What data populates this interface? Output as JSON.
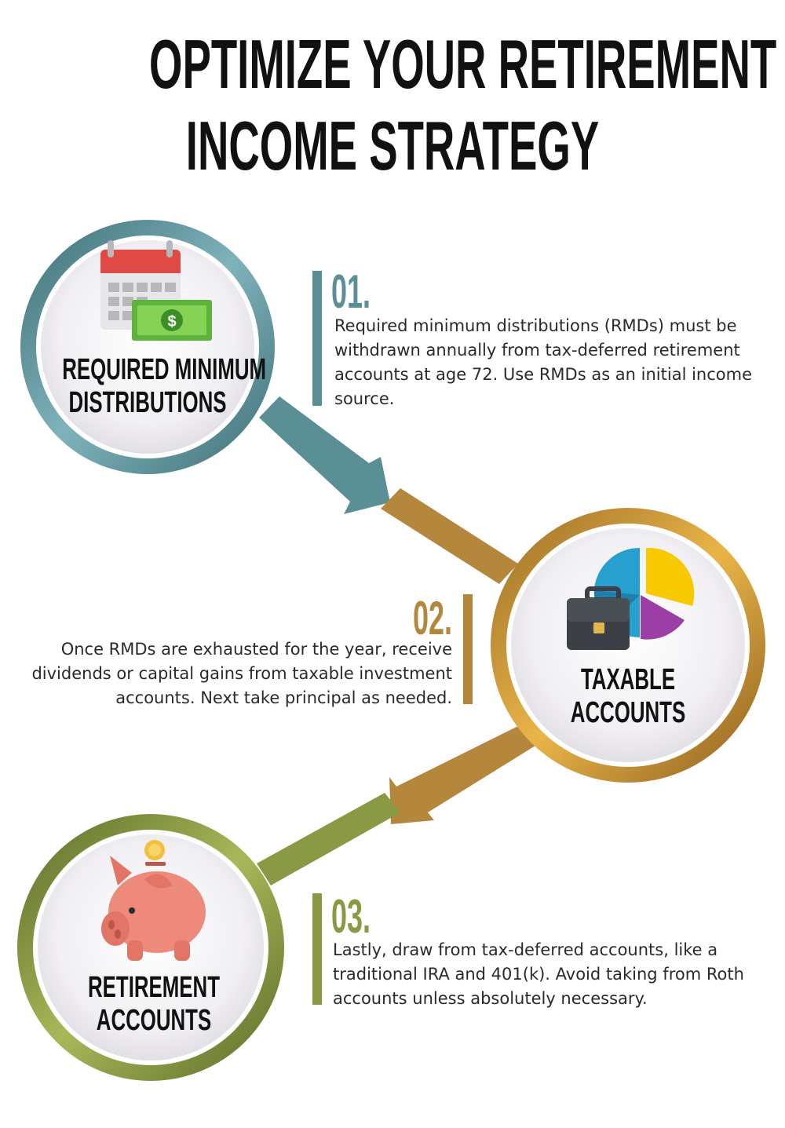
{
  "title": {
    "line1": "OPTIMIZE YOUR RETIREMENT",
    "line2": "INCOME STRATEGY"
  },
  "colors": {
    "teal": "#5a8f96",
    "gold": "#b5873c",
    "olive": "#8a9a44",
    "text": "#2a2a2a"
  },
  "steps": [
    {
      "number": "01.",
      "label_line1": "REQUIRED MINIMUM",
      "label_line2": "DISTRIBUTIONS",
      "icon": "calendar-money-icon",
      "description": "Required minimum distributions (RMDs) must be withdrawn annually from tax-deferred retirement accounts at age 72. Use RMDs as an initial income source."
    },
    {
      "number": "02.",
      "label_line1": "TAXABLE",
      "label_line2": "ACCOUNTS",
      "icon": "briefcase-pie-chart-icon",
      "description": "Once RMDs are exhausted for the year, receive dividends or capital gains from taxable investment accounts. Next take principal as needed."
    },
    {
      "number": "03.",
      "label_line1": "RETIREMENT",
      "label_line2": "ACCOUNTS",
      "icon": "piggy-bank-icon",
      "description": "Lastly, draw from tax-deferred accounts, like a traditional IRA and 401(k). Avoid taking from Roth accounts unless absolutely necessary."
    }
  ]
}
